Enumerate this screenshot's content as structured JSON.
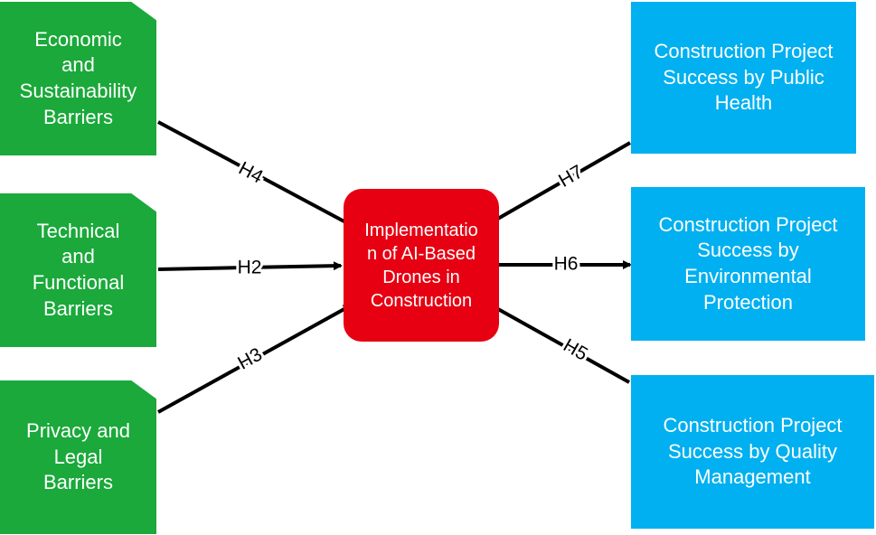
{
  "barriers": [
    {
      "label": "Economic\nand\nSustainability\nBarriers"
    },
    {
      "label": "Technical\nand\nFunctional\nBarriers"
    },
    {
      "label": "Privacy and\nLegal\nBarriers"
    }
  ],
  "center": {
    "label": "Implementatio\nn of AI-Based\nDrones in\nConstruction"
  },
  "outcomes": [
    {
      "label": "Construction Project\nSuccess by Public\nHealth"
    },
    {
      "label": "Construction Project\nSuccess by\nEnvironmental\nProtection"
    },
    {
      "label": "Construction Project\nSuccess by Quality\nManagement"
    }
  ],
  "hypotheses": {
    "h4": "H4",
    "h2": "H2",
    "h3": "H3",
    "h7": "H7",
    "h6": "H6",
    "h5": "H5"
  },
  "colors": {
    "barrier": "#1aa93a",
    "outcome": "#00b0f0",
    "center": "#e60012",
    "arrow": "#000000"
  }
}
